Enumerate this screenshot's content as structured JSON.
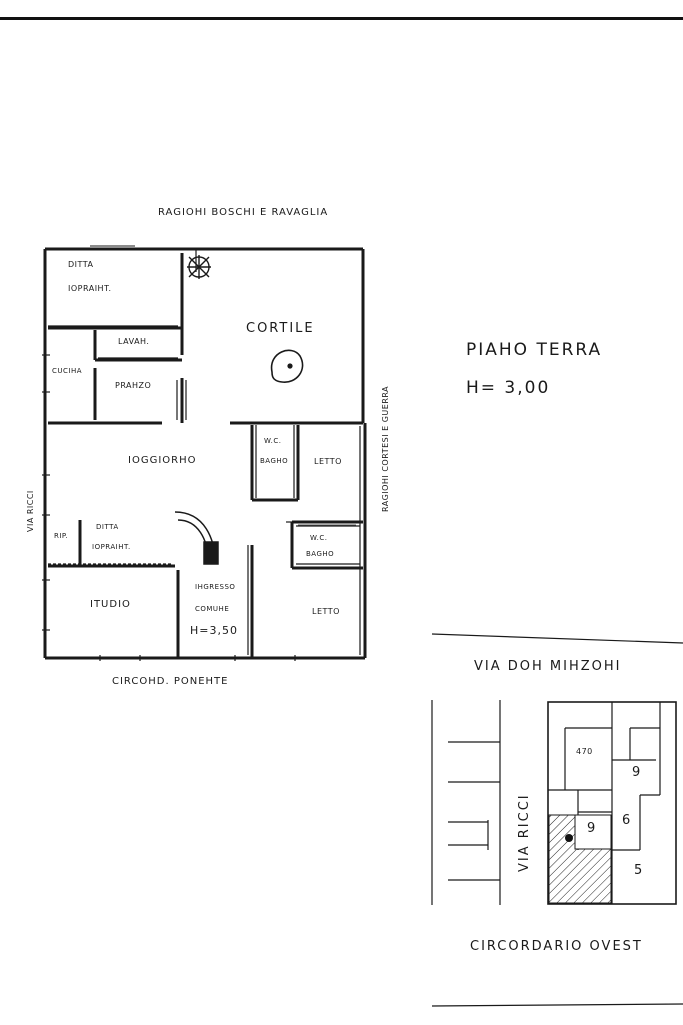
{
  "floor_plan": {
    "top_neighbor": "RAGIOHI BOSCHI E RAVAGLIA",
    "left_street": "VIA RICCI",
    "right_neighbor": "RAGIOHI CORTESI E GUERRA",
    "bottom_street": "CIRCOHD. PONEHTE",
    "rooms": {
      "ditta_top": [
        "DITTA",
        "IOPRAIHT."
      ],
      "lavanderia": "LAVAH.",
      "cucina": "CUCIHA",
      "pranzo": "PRAHZO",
      "cortile": "CORTILE",
      "soggiorno": "IOGGIORHO",
      "wc_bagno_1": [
        "W.C.",
        "BAGHO"
      ],
      "letto_1": "LETTO",
      "rip": "RIP.",
      "ditta_bottom": [
        "DITTA",
        "IOPRAIHT."
      ],
      "wc_bagno_2": [
        "W.C.",
        "BAGHO"
      ],
      "ingresso": [
        "IHGRESSO",
        "COMUHE",
        "H=3,50"
      ],
      "studio": "ITUDIO",
      "letto_2": "LETTO"
    }
  },
  "floor_info": {
    "name": "PIAHO TERRA",
    "height": "H= 3,00"
  },
  "site_plan": {
    "top_street": "VIA DOH MIHZOHI",
    "left_street": "VIA RICCI",
    "bottom_street": "CIRCORDARIO OVEST",
    "parcels": [
      "470",
      "9",
      "6",
      "9",
      "5"
    ]
  }
}
